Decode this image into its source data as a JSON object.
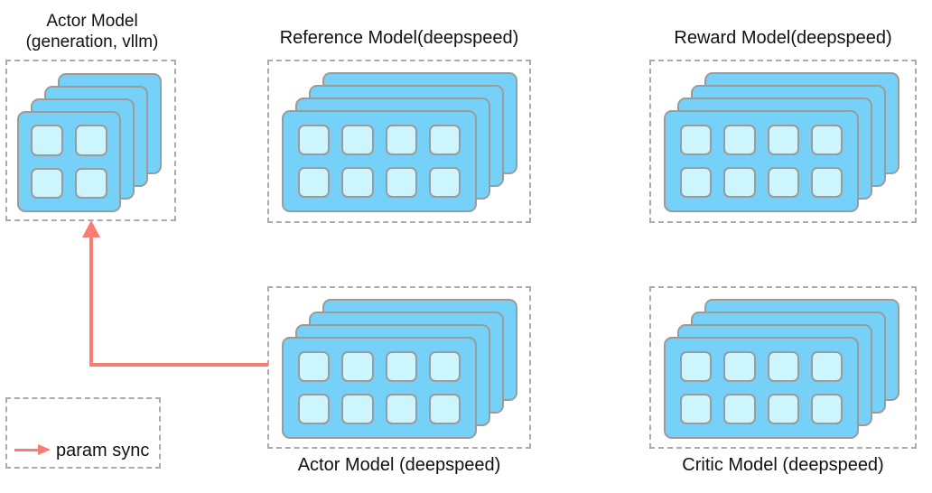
{
  "colors": {
    "card_blue": "#75d1f7",
    "cell_cyan": "#ccf5fd",
    "card_border": "#9b9b9b",
    "dashed_border": "#ababab",
    "arrow_red": "#f87c72",
    "text": "#111111"
  },
  "nodes": [
    {
      "id": "actor-vllm",
      "title": "Actor Model",
      "subtitle": "(generation, vllm)",
      "stack": {
        "layers": 4,
        "cols": 2,
        "rows": 2
      }
    },
    {
      "id": "reference",
      "title": "Reference Model(deepspeed)",
      "stack": {
        "layers": 4,
        "cols": 4,
        "rows": 2
      }
    },
    {
      "id": "reward",
      "title": "Reward Model(deepspeed)",
      "stack": {
        "layers": 4,
        "cols": 4,
        "rows": 2
      }
    },
    {
      "id": "actor-deepspeed",
      "title": "Actor Model (deepspeed)",
      "stack": {
        "layers": 4,
        "cols": 4,
        "rows": 2
      }
    },
    {
      "id": "critic",
      "title": "Critic Model (deepspeed)",
      "stack": {
        "layers": 4,
        "cols": 4,
        "rows": 2
      }
    }
  ],
  "connector": {
    "from": "actor-deepspeed",
    "to": "actor-vllm",
    "meaning": "param sync"
  },
  "legend": {
    "label": "param sync"
  }
}
